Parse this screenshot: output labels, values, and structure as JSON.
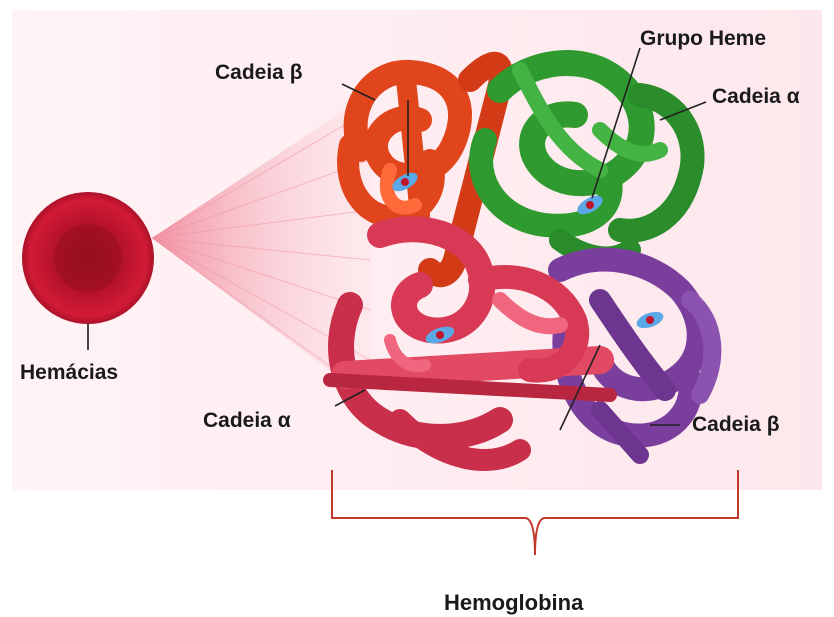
{
  "labels": {
    "beta_top": "Cadeia β",
    "heme_group": "Grupo Heme",
    "alpha_top": "Cadeia α",
    "red_blood_cells": "Hemácias",
    "alpha_bottom": "Cadeia α",
    "beta_bottom": "Cadeia β",
    "hemoglobin": "Hemoglobina"
  },
  "colors": {
    "beta_chain_top": "#e0451c",
    "alpha_chain_top": "#2f9a2f",
    "alpha_chain_bottom": "#d83a55",
    "beta_chain_bottom": "#7a3f9c",
    "red_blood_cell": "#c0142a",
    "heme_group": "#5aa9e6",
    "bracket": "#c0392b"
  }
}
